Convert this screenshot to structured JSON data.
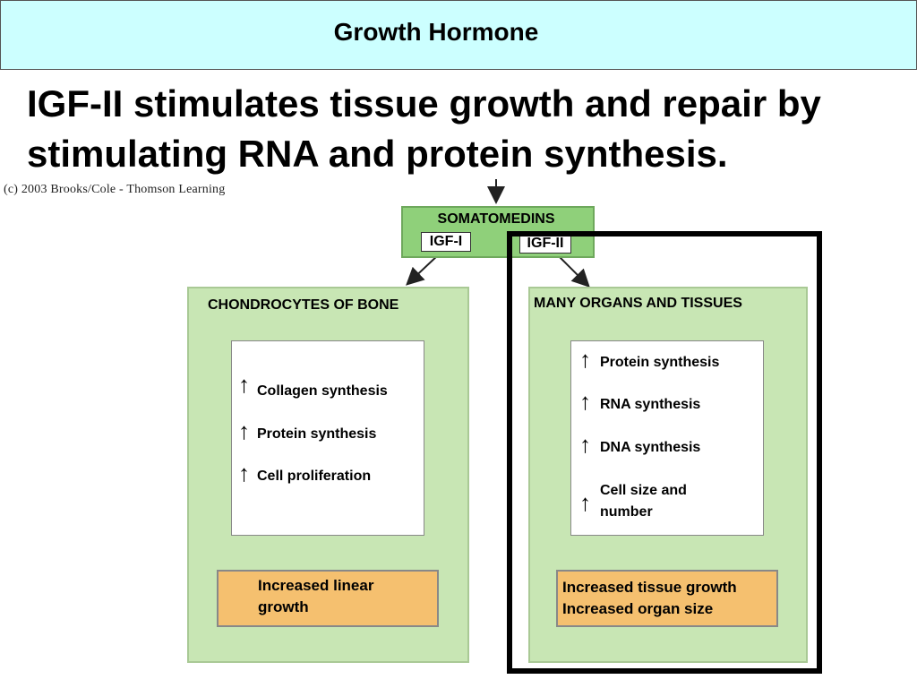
{
  "header": {
    "title": "Growth Hormone"
  },
  "headline": "IGF-II stimulates tissue growth and repair by stimulating RNA and protein synthesis.",
  "copyright": "(c) 2003  Brooks/Cole - Thomson Learning",
  "diagram": {
    "source": {
      "label": "SOMATOMEDINS",
      "igf1": "IGF-I",
      "igf2": "IGF-II"
    },
    "left": {
      "title": "CHONDROCYTES OF BONE",
      "items": [
        "Collagen synthesis",
        "Protein synthesis",
        "Cell proliferation"
      ],
      "outcome_line1": "Increased linear",
      "outcome_line2": "growth"
    },
    "right": {
      "title": "MANY ORGANS AND TISSUES",
      "items": [
        "Protein synthesis",
        "RNA synthesis",
        "DNA synthesis"
      ],
      "item4_line1": "Cell size and",
      "item4_line2": "number",
      "outcome_line1": "Increased tissue growth",
      "outcome_line2": "Increased organ size"
    }
  },
  "colors": {
    "title_bg": "#ccffff",
    "panel_green": "#c8e6b4",
    "source_green": "#8fd07a",
    "outcome_orange": "#f5c06f"
  }
}
